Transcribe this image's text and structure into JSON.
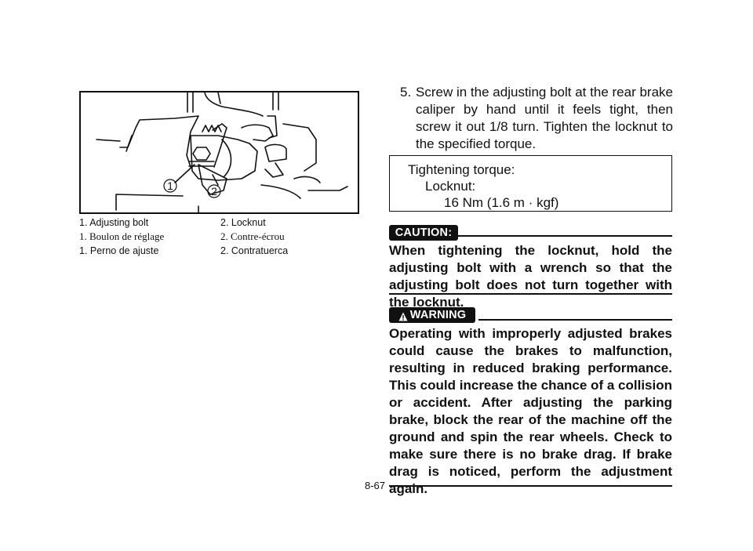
{
  "figure": {
    "callout_1": "1",
    "callout_2": "2"
  },
  "captions": {
    "english": [
      "1.  Adjusting bolt",
      "2.  Locknut"
    ],
    "french": [
      "1.  Boulon de réglage",
      "2.  Contre-écrou"
    ],
    "spanish": [
      "1.  Perno de ajuste",
      "2.  Contratuerca"
    ]
  },
  "step": {
    "number": "5.",
    "text": "Screw in the adjusting bolt at the rear brake caliper by hand until it feels tight, then screw it out 1/8 turn. Tighten the locknut to the specified torque."
  },
  "torque": {
    "heading": "Tightening torque:",
    "item": "Locknut:",
    "value": "16 Nm (1.6 m · kgf)"
  },
  "caution": {
    "label": "CAUTION:",
    "text": "When tightening the locknut, hold the adjusting bolt with a wrench so that the adjusting bolt does not turn together with the locknut."
  },
  "warning": {
    "label": "WARNING",
    "text": "Operating with improperly adjusted brakes could cause the brakes to malfunction, resulting in reduced braking performance. This could increase the chance of a collision or accident. After adjusting the parking brake, block the rear of the machine off the ground and spin the rear wheels. Check to make sure there is no brake drag. If brake drag is noticed, perform the adjustment again."
  },
  "page_number": "8-67"
}
